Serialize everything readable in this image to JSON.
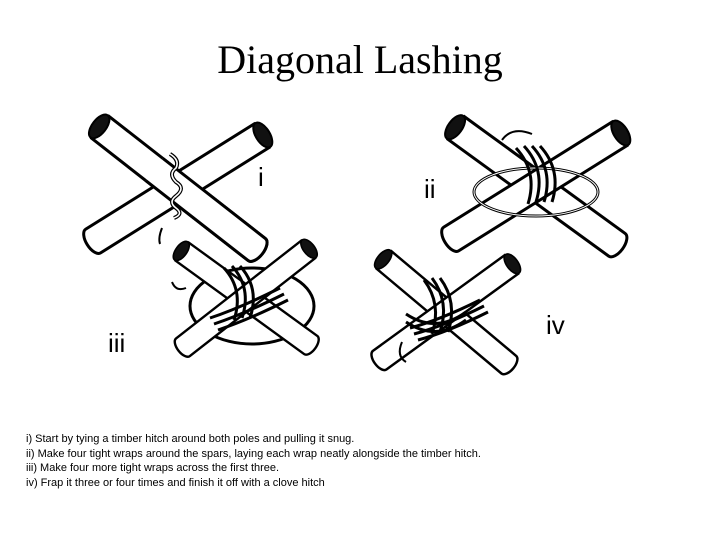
{
  "title": "Diagonal Lashing",
  "panel_labels": [
    "i",
    "ii",
    "iii",
    "iv"
  ],
  "steps": [
    "i) Start by tying a timber hitch around both poles and pulling it snug.",
    "ii) Make four tight wraps around the spars, laying each wrap neatly alongside the timber hitch.",
    "iii) Make four more tight wraps across the first three.",
    "iv) Frap it three or four times and finish it off with a clove hitch"
  ]
}
